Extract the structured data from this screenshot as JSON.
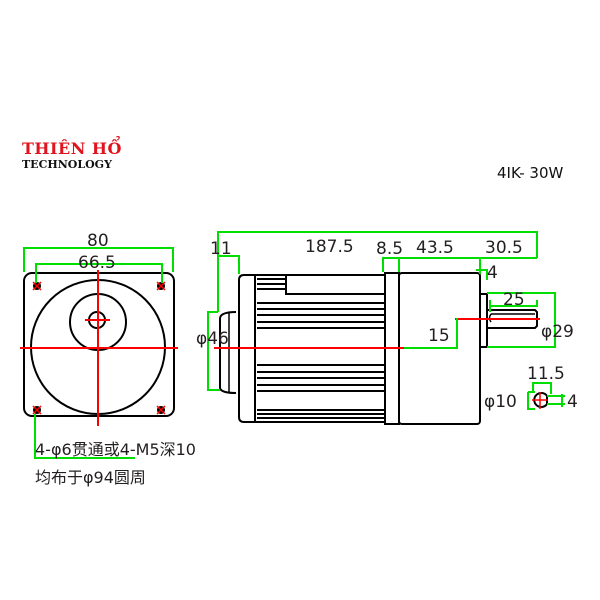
{
  "brand": {
    "title": "THIÊN HỔ",
    "subtitle": "TECHNOLOGY"
  },
  "model": "4IK- 30W",
  "colors": {
    "outline": "#000000",
    "center_line": "#ff0000",
    "dimension": "#00dd00",
    "brand_red": "#e0141e",
    "text": "#231f20"
  },
  "front_view": {
    "dims": {
      "width": "80",
      "hole_spacing": "66.5"
    },
    "note_line1": "4-φ6贯通或4-M5深10",
    "note_line2": "均布于φ94圆周"
  },
  "side_view": {
    "dims": {
      "flange": "11",
      "overall": "187.5",
      "gap": "8.5",
      "gearbox": "43.5",
      "shaft_total": "30.5",
      "boss": "4",
      "shaft_length": "25",
      "pilot_dia": "φ46",
      "shaft_offset": "15",
      "boss_dia": "φ29"
    }
  },
  "shaft_section": {
    "dims": {
      "key_height": "11.5",
      "shaft_dia": "φ10",
      "key_width": "4"
    }
  }
}
